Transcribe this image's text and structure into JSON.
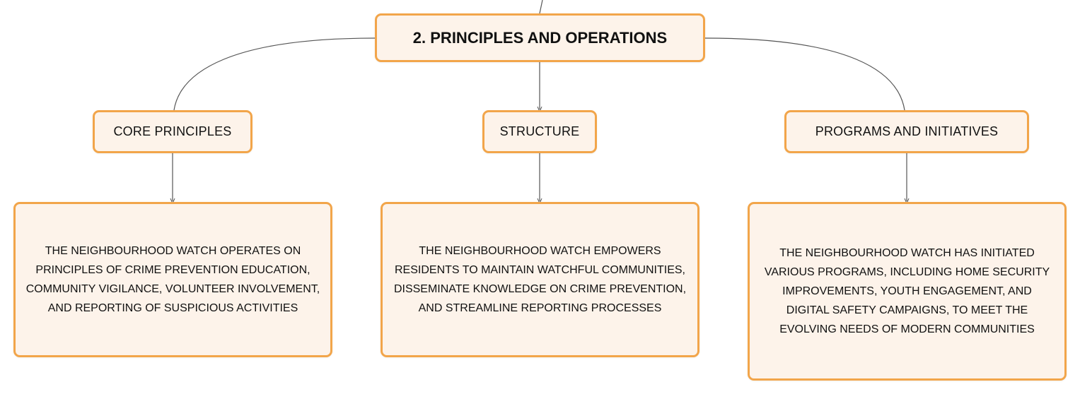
{
  "diagram": {
    "root": {
      "title": "2. PRINCIPLES AND OPERATIONS"
    },
    "branches": [
      {
        "label": "CORE PRINCIPLES",
        "detail": "THE NEIGHBOURHOOD WATCH OPERATES ON PRINCIPLES OF CRIME PREVENTION EDUCATION, COMMUNITY VIGILANCE, VOLUNTEER INVOLVEMENT, AND REPORTING OF SUSPICIOUS ACTIVITIES"
      },
      {
        "label": "STRUCTURE",
        "detail": "THE NEIGHBOURHOOD WATCH EMPOWERS RESIDENTS TO MAINTAIN WATCHFUL COMMUNITIES, DISSEMINATE KNOWLEDGE ON CRIME PREVENTION, AND STREAMLINE REPORTING PROCESSES"
      },
      {
        "label": "PROGRAMS AND INITIATIVES",
        "detail": "THE NEIGHBOURHOOD WATCH HAS INITIATED VARIOUS PROGRAMS, INCLUDING HOME SECURITY IMPROVEMENTS, YOUTH ENGAGEMENT, AND DIGITAL SAFETY CAMPAIGNS, TO MEET THE EVOLVING NEEDS OF MODERN COMMUNITIES"
      }
    ]
  },
  "colors": {
    "node_border": "#f2a54a",
    "node_fill": "#fdf3ea",
    "connector": "#555555"
  }
}
